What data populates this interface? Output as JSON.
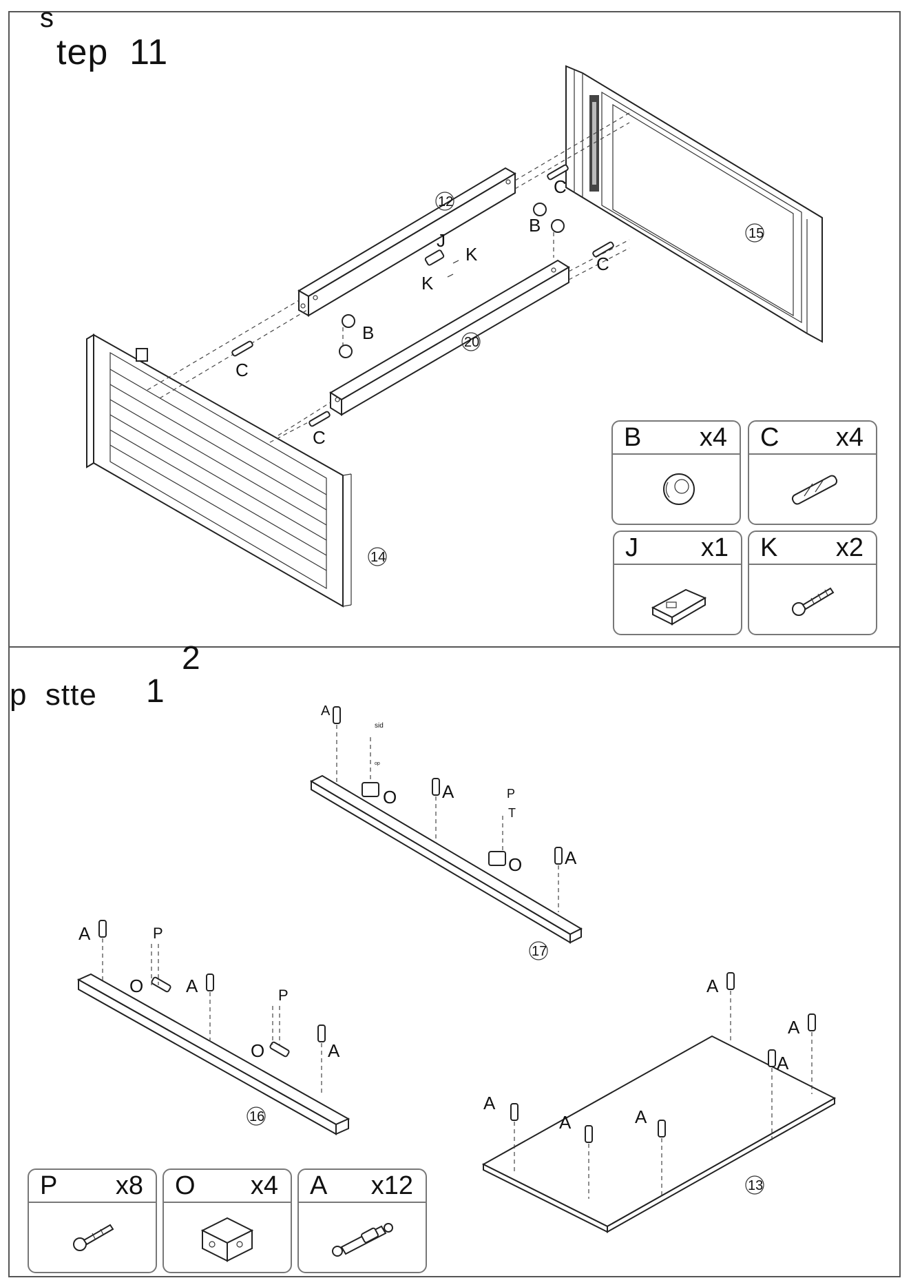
{
  "step11": {
    "title_s": "s",
    "title": "tep  11",
    "parts": {
      "p12": "12",
      "p15": "15",
      "p20": "20",
      "p14": "14"
    },
    "labels": {
      "B": "B",
      "C": "C",
      "J": "J",
      "K": "K"
    },
    "hardware": [
      {
        "code": "B",
        "qty": "x4",
        "icon": "cam-lock-icon"
      },
      {
        "code": "C",
        "qty": "x4",
        "icon": "dowel-icon"
      },
      {
        "code": "J",
        "qty": "x1",
        "icon": "magnet-catch-icon"
      },
      {
        "code": "K",
        "qty": "x2",
        "icon": "screw-icon"
      }
    ]
  },
  "step12": {
    "title_2": "2",
    "title_p": "p  stte",
    "title_1": "1",
    "parts": {
      "p17": "17",
      "p16": "16",
      "p13": "13"
    },
    "labels": {
      "A": "A",
      "O": "O",
      "P": "P",
      "T": "T",
      "sid": "sid",
      "op": "op"
    },
    "hardware": [
      {
        "code": "P",
        "qty": "x8",
        "icon": "screw-icon"
      },
      {
        "code": "O",
        "qty": "x4",
        "icon": "hinge-bracket-icon"
      },
      {
        "code": "A",
        "qty": "x12",
        "icon": "cam-bolt-icon"
      }
    ]
  }
}
